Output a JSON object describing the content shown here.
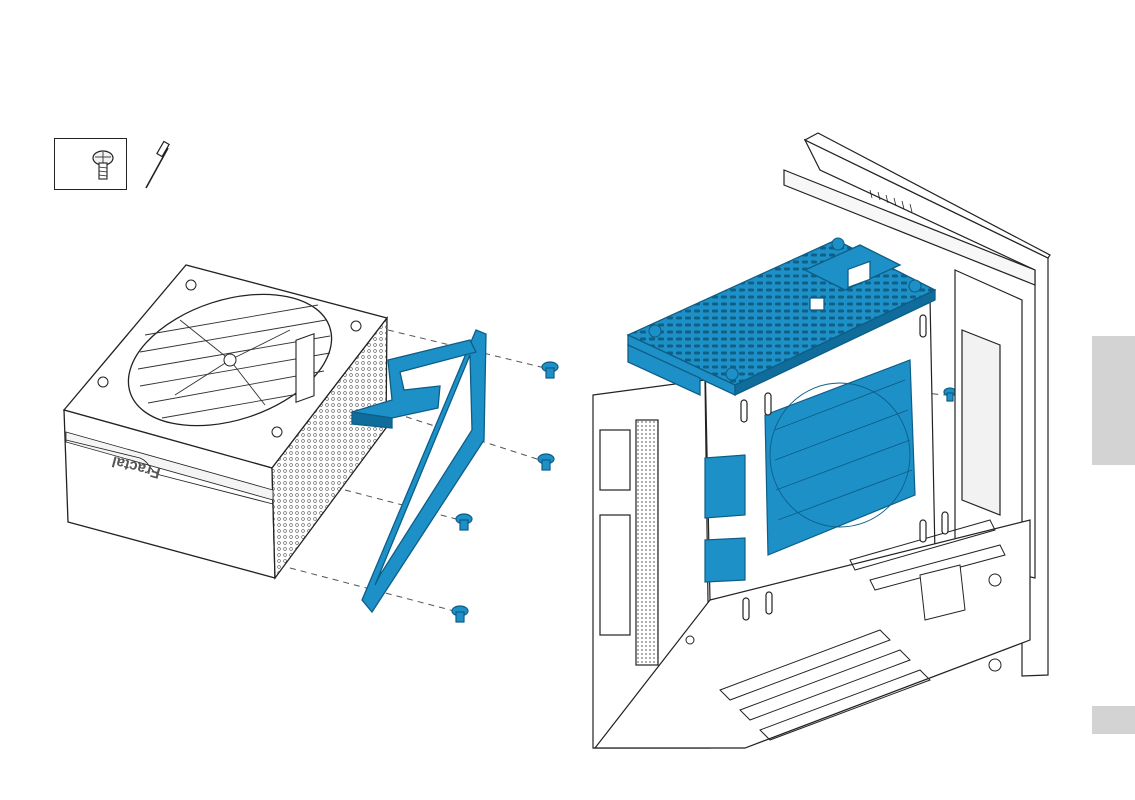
{
  "diagram": {
    "tools": [
      {
        "name": "screw",
        "icon": "screw-icon"
      },
      {
        "name": "screwdriver",
        "icon": "screwdriver-icon"
      }
    ],
    "brand_text": "Fractal",
    "screw_count_psu": 4,
    "colors": {
      "highlight": "#1e90c8",
      "highlight_dark": "#0d5e87",
      "line": "#222222",
      "panel": "#d3d3d3"
    }
  },
  "page": {
    "side_tab": "",
    "bottom_tab": ""
  }
}
